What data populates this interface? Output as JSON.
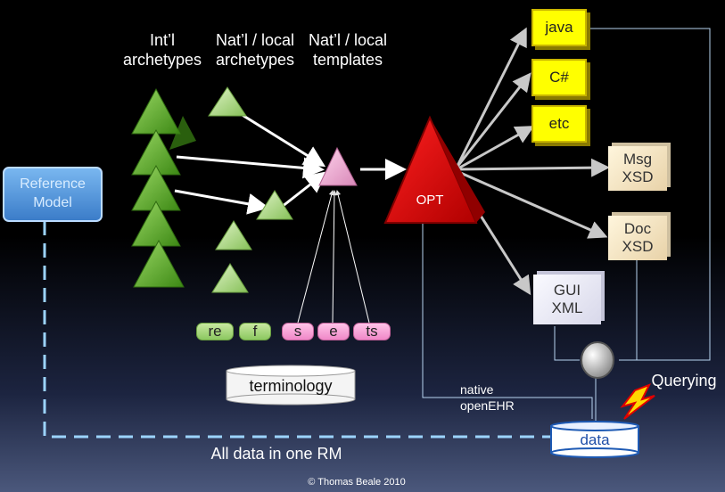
{
  "labels": {
    "intl_archetypes": "Int’l\narchetypes",
    "natl_archetypes": "Nat’l / local\narchetypes",
    "natl_templates": "Nat’l / local\ntemplates",
    "reference_model": "Reference\nModel",
    "opt": "OPT",
    "terminology": "terminology",
    "querying": "Querying",
    "native_openehr": "native\nopenEHR",
    "data": "data",
    "all_data": "All data in one RM",
    "copyright": "© Thomas Beale 2010"
  },
  "outputs": {
    "java": "java",
    "csharp": "C#",
    "etc": "etc",
    "msg_xsd": "Msg\nXSD",
    "doc_xsd": "Doc\nXSD",
    "gui_xml": "GUI\nXML"
  },
  "terminology_subsets": {
    "green": [
      "re",
      "f"
    ],
    "pink": [
      "s",
      "e",
      "ts"
    ]
  },
  "colors": {
    "archetype_green": "#5aa820",
    "template_pink": "#f0a0d0",
    "opt_red": "#e00000",
    "output_yellow": "#ffff00",
    "reference_model_blue": "#4a90d8",
    "link_dashed": "#9cd4ff"
  }
}
